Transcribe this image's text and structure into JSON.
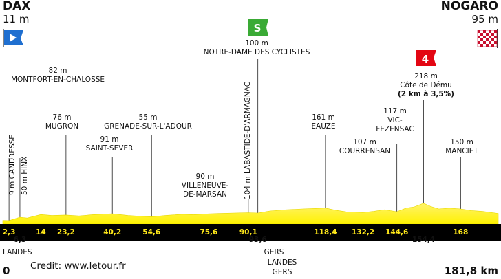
{
  "chart_data": {
    "type": "area",
    "title": "",
    "start": {
      "name": "DAX",
      "altitude": "11 m",
      "km": "0"
    },
    "finish": {
      "name": "NOGARO",
      "altitude": "95 m",
      "km": "181,8 km"
    },
    "xlim": [
      0,
      181.8
    ],
    "profile": {
      "x": [
        0,
        2.3,
        6.3,
        9,
        14,
        18,
        23.2,
        28,
        33,
        40.2,
        46,
        50,
        54.6,
        60,
        66,
        70,
        75.6,
        80,
        85,
        90.1,
        93.6,
        98,
        104,
        110,
        114,
        118.4,
        122,
        126,
        132.2,
        136,
        140,
        144.6,
        148,
        151,
        154.4,
        157,
        160,
        164,
        168,
        172,
        176,
        181.8
      ],
      "y": [
        11,
        9,
        50,
        40,
        82,
        70,
        76,
        65,
        80,
        91,
        70,
        62,
        55,
        72,
        85,
        80,
        90,
        95,
        100,
        104,
        100,
        125,
        140,
        150,
        155,
        161,
        135,
        115,
        107,
        120,
        140,
        117,
        160,
        175,
        218,
        180,
        150,
        160,
        150,
        130,
        120,
        95
      ]
    },
    "sprint": {
      "km": 93.6,
      "label_alt": "100 m",
      "label_name": "NOTRE-DAME DES CYCLISTES",
      "badge": "S"
    },
    "climb": {
      "km": 154.4,
      "badge": "4",
      "label_alt": "218 m",
      "label_name": "Côte de Dému",
      "label_detail": "(2 km à 3,5%)"
    },
    "points": [
      {
        "km": 2.3,
        "km_label": "2,3",
        "name": "CANDRESSE",
        "alt": "9 m",
        "vertical": true
      },
      {
        "km": 6.3,
        "km_label": "6,3",
        "name": "HINX",
        "alt": "50 m",
        "vertical": true
      },
      {
        "km": 14,
        "km_label": "14",
        "name": "MONTFORT-EN-CHALOSSE",
        "alt": "82 m"
      },
      {
        "km": 23.2,
        "km_label": "23,2",
        "name": "MUGRON",
        "alt": "76 m"
      },
      {
        "km": 40.2,
        "km_label": "40,2",
        "name": "SAINT-SEVER",
        "alt": "91 m"
      },
      {
        "km": 54.6,
        "km_label": "54,6",
        "name": "GRENADE-SUR-L'ADOUR",
        "alt": "55 m"
      },
      {
        "km": 75.6,
        "km_label": "75,6",
        "name": "VILLENEUVE-\nDE-MARSAN",
        "alt": "90 m"
      },
      {
        "km": 90.1,
        "km_label": "90,1",
        "name": "LABASTIDE-D'ARMAGNAC",
        "alt": "104 m",
        "vertical": true
      },
      {
        "km": 93.6,
        "km_label": "93,6"
      },
      {
        "km": 118.4,
        "km_label": "118,4",
        "name": "EAUZE",
        "alt": "161 m"
      },
      {
        "km": 132.2,
        "km_label": "132,2",
        "name": "COURRENSAN",
        "alt": "107 m"
      },
      {
        "km": 144.6,
        "km_label": "144,6",
        "name": "VIC-\nFEZENSAC",
        "alt": "117 m"
      },
      {
        "km": 154.4,
        "km_label": "154,4"
      },
      {
        "km": 168,
        "km_label": "168",
        "name": "MANCIET",
        "alt": "150 m"
      }
    ],
    "departments": [
      "LANDES",
      "GERS",
      "LANDES",
      "GERS"
    ],
    "colors": {
      "profile": "#fff200",
      "band": "#000000",
      "km_text": "#ffe81a",
      "sprint": "#3aaa35",
      "climb": "#e30613",
      "start_flag": "#1f6fd0"
    }
  },
  "footer": {
    "credit": "Credit: www.letour.fr",
    "dept_left": "LANDES",
    "dept_mid": [
      "GERS",
      "LANDES",
      "GERS"
    ]
  }
}
